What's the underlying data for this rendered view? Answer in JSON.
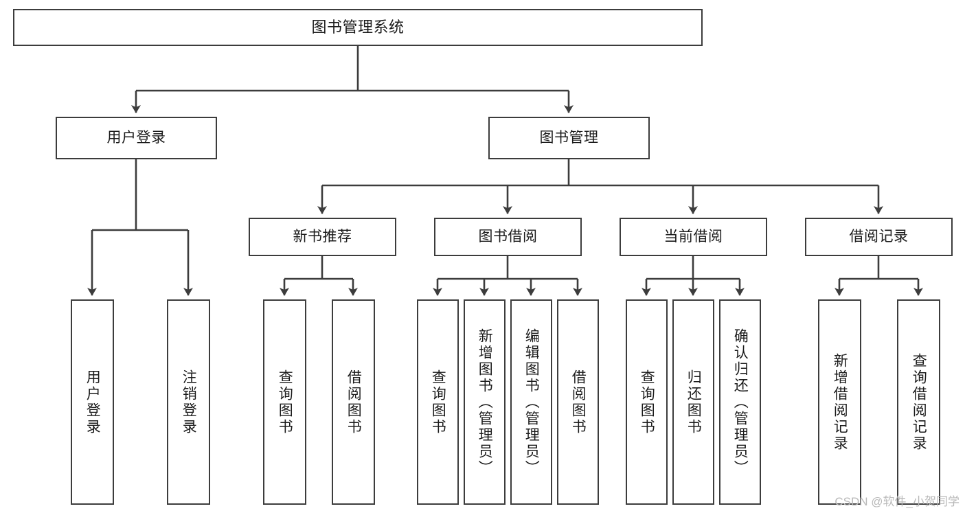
{
  "diagram": {
    "type": "tree-hierarchy",
    "title": "图书管理系统",
    "watermark": "CSDN @软件_小贺同学",
    "colors": {
      "box_border": "#3c3c3c",
      "box_fill": "#ffffff",
      "connector": "#3c3c3c",
      "text": "#1b1b1b",
      "watermark": "#b9b9b9"
    },
    "nodes": {
      "root": {
        "label": "图书管理系统",
        "level": 1,
        "orientation": "horizontal"
      },
      "user_login": {
        "label": "用户登录",
        "level": 2,
        "orientation": "horizontal"
      },
      "book_manage": {
        "label": "图书管理",
        "level": 2,
        "orientation": "horizontal"
      },
      "new_book_rec": {
        "label": "新书推荐",
        "level": 3,
        "orientation": "horizontal"
      },
      "book_borrow": {
        "label": "图书借阅",
        "level": 3,
        "orientation": "horizontal"
      },
      "current_borrow": {
        "label": "当前借阅",
        "level": 3,
        "orientation": "horizontal"
      },
      "borrow_record": {
        "label": "借阅记录",
        "level": 3,
        "orientation": "horizontal"
      },
      "leaf_user_login": {
        "label": "用户登录",
        "level": 4,
        "orientation": "vertical"
      },
      "leaf_logout": {
        "label": "注销登录",
        "level": 4,
        "orientation": "vertical"
      },
      "leaf_query_book_1": {
        "label": "查询图书",
        "level": 4,
        "orientation": "vertical"
      },
      "leaf_borrow_book_1": {
        "label": "借阅图书",
        "level": 4,
        "orientation": "vertical"
      },
      "leaf_query_book_2": {
        "label": "查询图书",
        "level": 4,
        "orientation": "vertical"
      },
      "leaf_add_book": {
        "label": "新增图书（管理员）",
        "level": 4,
        "orientation": "vertical"
      },
      "leaf_edit_book": {
        "label": "编辑图书（管理员）",
        "level": 4,
        "orientation": "vertical"
      },
      "leaf_borrow_book_2": {
        "label": "借阅图书",
        "level": 4,
        "orientation": "vertical"
      },
      "leaf_query_book_3": {
        "label": "查询图书",
        "level": 4,
        "orientation": "vertical"
      },
      "leaf_return_book": {
        "label": "归还图书",
        "level": 4,
        "orientation": "vertical"
      },
      "leaf_confirm_return": {
        "label": "确认归还（管理员）",
        "level": 4,
        "orientation": "vertical"
      },
      "leaf_add_record": {
        "label": "新增借阅记录",
        "level": 4,
        "orientation": "vertical"
      },
      "leaf_query_record": {
        "label": "查询借阅记录",
        "level": 4,
        "orientation": "vertical"
      }
    },
    "edges": [
      {
        "from": "root",
        "to": "user_login"
      },
      {
        "from": "root",
        "to": "book_manage"
      },
      {
        "from": "user_login",
        "to": "leaf_user_login"
      },
      {
        "from": "user_login",
        "to": "leaf_logout"
      },
      {
        "from": "book_manage",
        "to": "new_book_rec"
      },
      {
        "from": "book_manage",
        "to": "book_borrow"
      },
      {
        "from": "book_manage",
        "to": "current_borrow"
      },
      {
        "from": "book_manage",
        "to": "borrow_record"
      },
      {
        "from": "new_book_rec",
        "to": "leaf_query_book_1"
      },
      {
        "from": "new_book_rec",
        "to": "leaf_borrow_book_1"
      },
      {
        "from": "book_borrow",
        "to": "leaf_query_book_2"
      },
      {
        "from": "book_borrow",
        "to": "leaf_add_book"
      },
      {
        "from": "book_borrow",
        "to": "leaf_edit_book"
      },
      {
        "from": "book_borrow",
        "to": "leaf_borrow_book_2"
      },
      {
        "from": "current_borrow",
        "to": "leaf_query_book_3"
      },
      {
        "from": "current_borrow",
        "to": "leaf_return_book"
      },
      {
        "from": "current_borrow",
        "to": "leaf_confirm_return"
      },
      {
        "from": "borrow_record",
        "to": "leaf_add_record"
      },
      {
        "from": "borrow_record",
        "to": "leaf_query_record"
      }
    ]
  }
}
